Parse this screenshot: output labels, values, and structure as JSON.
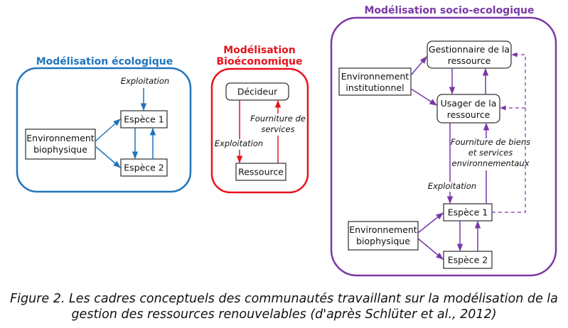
{
  "colors": {
    "eco": "#1f74bd",
    "bio": "#e8121b",
    "socio": "#7a38a6",
    "box_border": "#000000"
  },
  "panel_eco": {
    "title": "Modélisation écologique",
    "exploitation": "Exploitation",
    "espece1": "Espèce 1",
    "espece2": "Espèce 2",
    "env": [
      "Environnement",
      "biophysique"
    ]
  },
  "panel_bio": {
    "title": [
      "Modélisation",
      "Bioéconomique"
    ],
    "decideur": "Décideur",
    "ressource": "Ressource",
    "exploitation": "Exploitation",
    "fourniture": [
      "Fourniture de",
      "services"
    ]
  },
  "panel_socio": {
    "title": "Modélisation socio-ecologique",
    "gestionnaire": [
      "Gestionnaire de la",
      "ressource"
    ],
    "env_inst": [
      "Environnement",
      "institutionnel"
    ],
    "usager": [
      "Usager de la",
      "ressource"
    ],
    "fourniture": [
      "Fourniture de biens",
      "et services",
      "environnementaux"
    ],
    "exploitation": "Exploitation",
    "espece1": "Espèce 1",
    "espece2": "Espèce 2",
    "env_bio": [
      "Environnement",
      "biophysique"
    ]
  },
  "caption": {
    "line1": "Figure 2. Les cadres conceptuels des communautés travaillant sur la modélisation de la",
    "line2": "gestion des ressources renouvelables (d'après Schlüter et al., 2012)"
  }
}
